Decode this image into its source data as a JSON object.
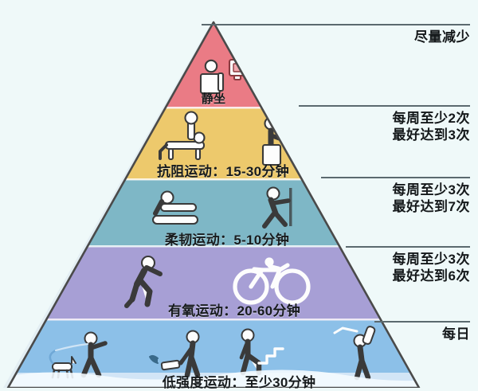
{
  "figure": {
    "type": "exercise-pyramid",
    "background_color": "#eff9f9",
    "outline_color": "#4a4a4a"
  },
  "tiers": [
    {
      "id": "sedentary",
      "caption": "静坐",
      "frequency_lines": [
        "尽量减少"
      ],
      "color": "#ea7b85",
      "icons": [
        "person-sitting-icon",
        "television-icon"
      ]
    },
    {
      "id": "resistance",
      "caption": "抗阻运动：15-30分钟",
      "frequency_lines": [
        "每周至少2次",
        "最好达到3次"
      ],
      "color": "#edc96c",
      "icons": [
        "bench-press-icon",
        "dumbbell-curl-icon"
      ]
    },
    {
      "id": "flexibility",
      "caption": "柔韧运动：5-10分钟",
      "frequency_lines": [
        "每周至少3次",
        "最好达到7次"
      ],
      "color": "#7eb7c6",
      "icons": [
        "seated-stretch-icon",
        "wall-push-stretch-icon"
      ]
    },
    {
      "id": "aerobic",
      "caption": "有氧运动：20-60分钟",
      "frequency_lines": [
        "每周至少3次",
        "最好达到6次"
      ],
      "color": "#a79fd5",
      "icons": [
        "running-icon",
        "cycling-icon"
      ]
    },
    {
      "id": "low-intensity",
      "caption": "低强度运动：至少30分钟",
      "frequency_lines": [
        "每日"
      ],
      "color": "#8cc0e8",
      "icons": [
        "dog-walking-icon",
        "lawn-mowing-icon",
        "stair-climbing-icon",
        "golf-swing-icon"
      ]
    }
  ],
  "chart_data": {
    "type": "pyramid",
    "title": "",
    "levels": [
      {
        "label": "静坐",
        "frequency": "尽量减少",
        "duration": "",
        "color": "#ea7b85"
      },
      {
        "label": "抗阻运动",
        "frequency": "每周至少2次 最好达到3次",
        "duration": "15-30分钟",
        "color": "#edc96c"
      },
      {
        "label": "柔韧运动",
        "frequency": "每周至少3次 最好达到7次",
        "duration": "5-10分钟",
        "color": "#7eb7c6"
      },
      {
        "label": "有氧运动",
        "frequency": "每周至少3次 最好达到6次",
        "duration": "20-60分钟",
        "color": "#a79fd5"
      },
      {
        "label": "低强度运动",
        "frequency": "每日",
        "duration": "至少30分钟",
        "color": "#8cc0e8"
      }
    ]
  }
}
